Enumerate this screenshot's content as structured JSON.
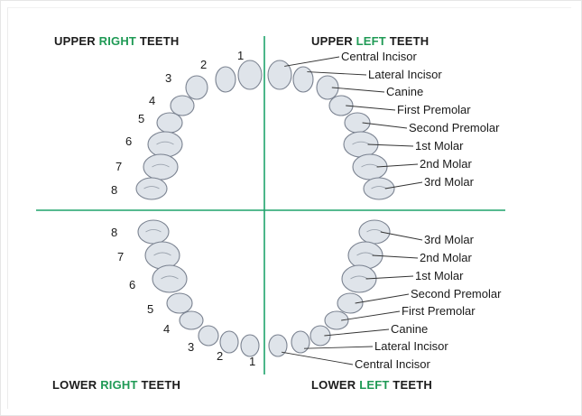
{
  "quadrants": {
    "upper_right": {
      "pre": "UPPER ",
      "hl": "RIGHT",
      "post": " TEETH"
    },
    "upper_left": {
      "pre": "UPPER ",
      "hl": "LEFT",
      "post": " TEETH"
    },
    "lower_right": {
      "pre": "LOWER ",
      "hl": "RIGHT",
      "post": " TEETH"
    },
    "lower_left": {
      "pre": "LOWER ",
      "hl": "LEFT",
      "post": " TEETH"
    }
  },
  "colors": {
    "accent": "#1f9a55",
    "divider": "#1fa36c",
    "tooth_fill": "#dfe4ea",
    "tooth_stroke": "#7a8290"
  },
  "upper_labels": [
    "Central Incisor",
    "Lateral Incisor",
    "Canine",
    "First Premolar",
    "Second Premolar",
    "1st Molar",
    "2nd Molar",
    "3rd Molar"
  ],
  "lower_labels": [
    "3rd Molar",
    "2nd Molar",
    "1st Molar",
    "Second Premolar",
    "First Premolar",
    "Canine",
    "Lateral Incisor",
    "Central Incisor"
  ],
  "upper_numbers": [
    "1",
    "2",
    "3",
    "4",
    "5",
    "6",
    "7",
    "8"
  ],
  "lower_numbers": [
    "8",
    "7",
    "6",
    "5",
    "4",
    "3",
    "2",
    "1"
  ]
}
